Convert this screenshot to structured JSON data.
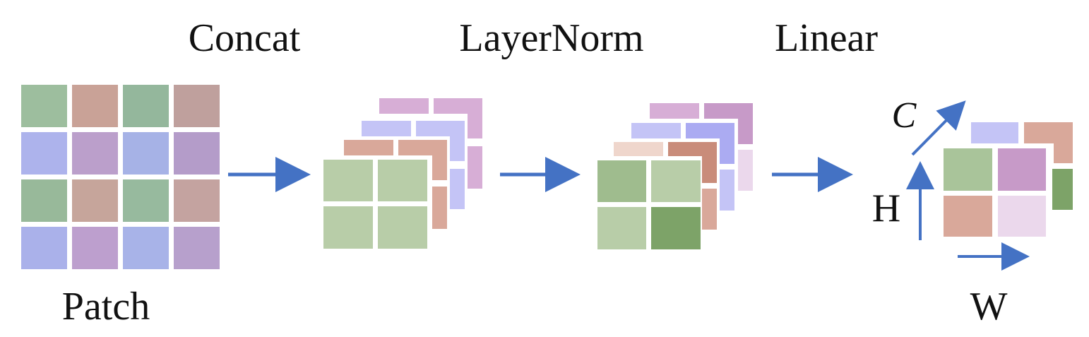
{
  "labels": {
    "concat": "Concat",
    "layernorm": "LayerNorm",
    "linear": "Linear",
    "patch": "Patch",
    "axis_c": "C",
    "axis_h": "H",
    "axis_w": "W"
  },
  "colors": {
    "arrow": "#4472C4",
    "green": "#A9C49A",
    "green_light": "#B8CDA8",
    "green_dark": "#7DA368",
    "green_mid": "#9FBC8E",
    "rose": "#D9A89A",
    "rose_dark": "#C98C7A",
    "rose_light": "#EFD6CC",
    "lavender": "#C4C4F6",
    "lavender_dark": "#ABABF2",
    "violet": "#D7AED6",
    "violet_dark": "#C79AC8",
    "violet_light": "#EBD8EC",
    "patch_green": "#9DBE9E",
    "patch_rose": "#C9A297",
    "patch_blue": "#ADB3EC",
    "patch_violet": "#BB9FCB"
  }
}
